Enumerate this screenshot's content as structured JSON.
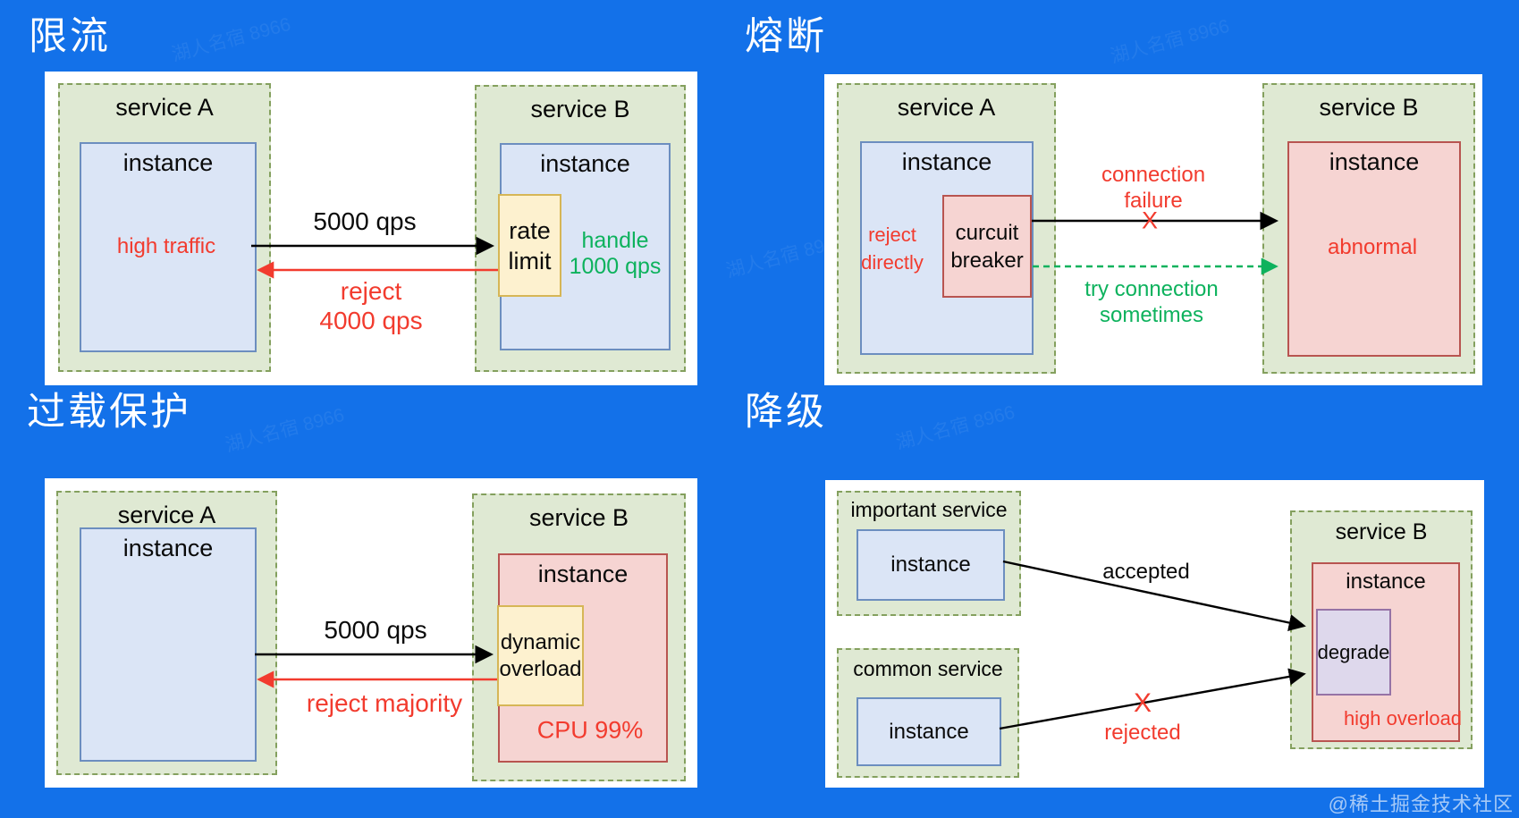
{
  "colors": {
    "bg": "#1371e9",
    "panel": "#ffffff",
    "service-fill": "#dfe9d3",
    "service-border": "#84a05e",
    "instance-fill": "#dbe5f6",
    "instance-border": "#6c8ebf",
    "warn-fill": "#fdf1cf",
    "warn-border": "#d6b656",
    "danger-fill": "#f6d4d2",
    "danger-border": "#b85450",
    "purple-fill": "#ded8ec",
    "purple-border": "#9673a6",
    "red": "#f23b2e",
    "green": "#0db25d",
    "black": "#000000"
  },
  "titles": {
    "rate_limit": "限流",
    "circuit_break": "熔断",
    "overload": "过载保护",
    "degrade": "降级"
  },
  "watermark": {
    "corner": "@稀土掘金技术社区",
    "diagonal": "湖人名宿 8966"
  },
  "rate_limit": {
    "service_a": {
      "label": "service A",
      "instance": "instance",
      "status": "high traffic"
    },
    "service_b": {
      "label": "service B",
      "instance": "instance",
      "limiter_line1": "rate",
      "limiter_line2": "limit",
      "note_line1": "handle",
      "note_line2": "1000 qps"
    },
    "forward_label": "5000 qps",
    "reject_line1": "reject",
    "reject_line2": "4000 qps"
  },
  "circuit_break": {
    "service_a": {
      "label": "service A",
      "instance": "instance",
      "status_line1": "reject",
      "status_line2": "directly",
      "breaker_line1": "curcuit",
      "breaker_line2": "breaker"
    },
    "service_b": {
      "label": "service B",
      "instance": "instance",
      "status": "abnormal"
    },
    "failure_line1": "connection",
    "failure_line2": "failure",
    "failure_x": "X",
    "retry_line1": "try connection",
    "retry_line2": "sometimes"
  },
  "overload": {
    "service_a": {
      "label": "service A",
      "instance": "instance"
    },
    "service_b": {
      "label": "service B",
      "instance": "instance",
      "limiter_line1": "dynamic",
      "limiter_line2": "overload",
      "status": "CPU 99%"
    },
    "forward_label": "5000 qps",
    "reject_label": "reject majority"
  },
  "degrade": {
    "important": {
      "label": "important service",
      "instance": "instance"
    },
    "common": {
      "label": "common service",
      "instance": "instance"
    },
    "service_b": {
      "label": "service B",
      "instance": "instance",
      "box": "degrade",
      "status": "high overload"
    },
    "accepted_label": "accepted",
    "rejected_x": "X",
    "rejected_label": "rejected"
  }
}
